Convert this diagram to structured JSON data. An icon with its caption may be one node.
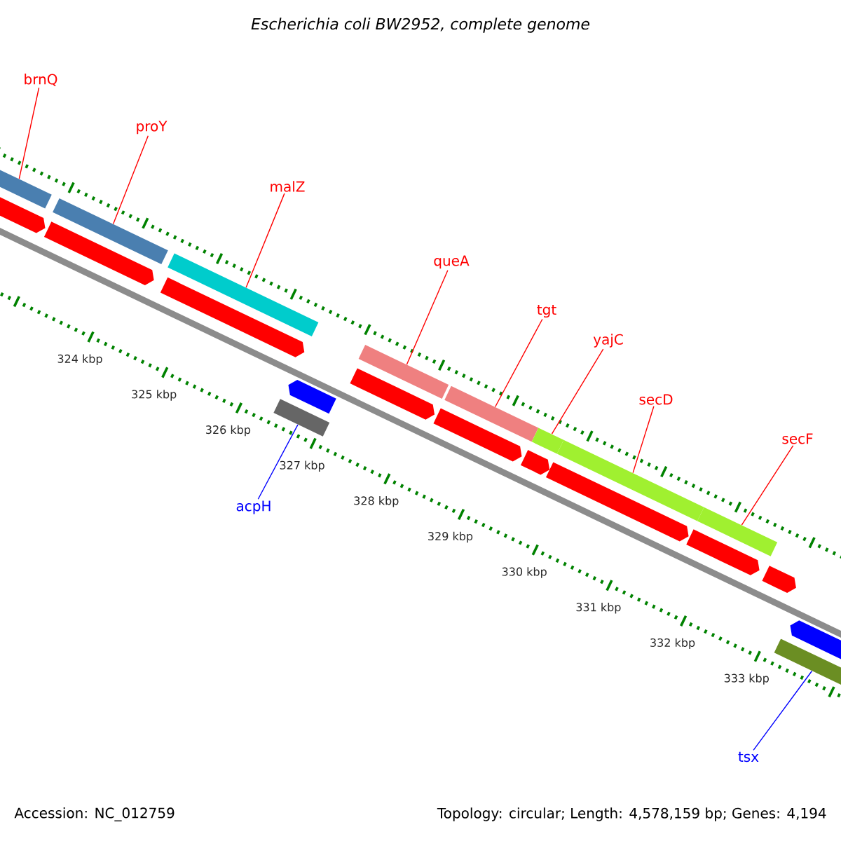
{
  "diagram": {
    "title": "Escherichia coli BW2952, complete genome",
    "nodes": [
      {
        "text": [
          "brnQ"
        ]
      },
      {
        "text": [
          "proY"
        ]
      },
      {
        "text": [
          "malZ"
        ]
      },
      {
        "text": [
          "queA"
        ]
      },
      {
        "text": [
          "tgt"
        ]
      },
      {
        "text": [
          "yajC"
        ]
      },
      {
        "text": [
          "secD"
        ]
      },
      {
        "text": [
          "secF"
        ]
      },
      {
        "text": [
          "acpH"
        ]
      },
      {
        "text": [
          "tsx"
        ]
      },
      {
        "text": [],
        "shape": "bar"
      },
      {
        "text": [],
        "shape": "bar"
      },
      {
        "text": [],
        "shape": "bar"
      },
      {
        "text": [],
        "shape": "bar"
      },
      {
        "text": [],
        "shape": "bar"
      },
      {
        "text": [],
        "shape": "bar"
      },
      {
        "text": [],
        "shape": "bar"
      },
      {
        "text": [],
        "shape": "bar"
      },
      {
        "text": [],
        "shape": "bar"
      },
      {
        "text": [],
        "shape": "bar"
      },
      {
        "text": [],
        "shape": "arrow"
      },
      {
        "text": [],
        "shape": "arrow"
      },
      {
        "text": [],
        "shape": "arrow"
      },
      {
        "text": [],
        "shape": "arrow"
      },
      {
        "text": [],
        "shape": "arrow"
      },
      {
        "text": [],
        "shape": "arrow"
      },
      {
        "text": [],
        "shape": "arrow"
      },
      {
        "text": [],
        "shape": "arrow"
      },
      {
        "text": [],
        "shape": "arrow"
      },
      {
        "text": [],
        "shape": "arrow"
      },
      {
        "text": [],
        "shape": "arrow"
      }
    ],
    "edges": [
      {
        "from": 0,
        "to": 10,
        "arrow": "none"
      },
      {
        "from": 1,
        "to": 11,
        "arrow": "none"
      },
      {
        "from": 2,
        "to": 12,
        "arrow": "none"
      },
      {
        "from": 3,
        "to": 13,
        "arrow": "none"
      },
      {
        "from": 4,
        "to": 14,
        "arrow": "none"
      },
      {
        "from": 5,
        "to": 15,
        "arrow": "none"
      },
      {
        "from": 6,
        "to": 16,
        "arrow": "none"
      },
      {
        "from": 7,
        "to": 17,
        "arrow": "none"
      },
      {
        "from": 8,
        "to": 18,
        "arrow": "none",
        "color": "#0000ff"
      },
      {
        "from": 9,
        "to": 19,
        "arrow": "none",
        "color": "#0000ff"
      }
    ],
    "labels": [
      "324 kbp",
      "325 kbp",
      "326 kbp",
      "327 kbp",
      "328 kbp",
      "329 kbp",
      "330 kbp",
      "331 kbp",
      "332 kbp",
      "333 kbp",
      "Accession: NC_012759",
      "Topology: circular; Length: 4,578,159 bp; Genes: 4,194"
    ]
  }
}
